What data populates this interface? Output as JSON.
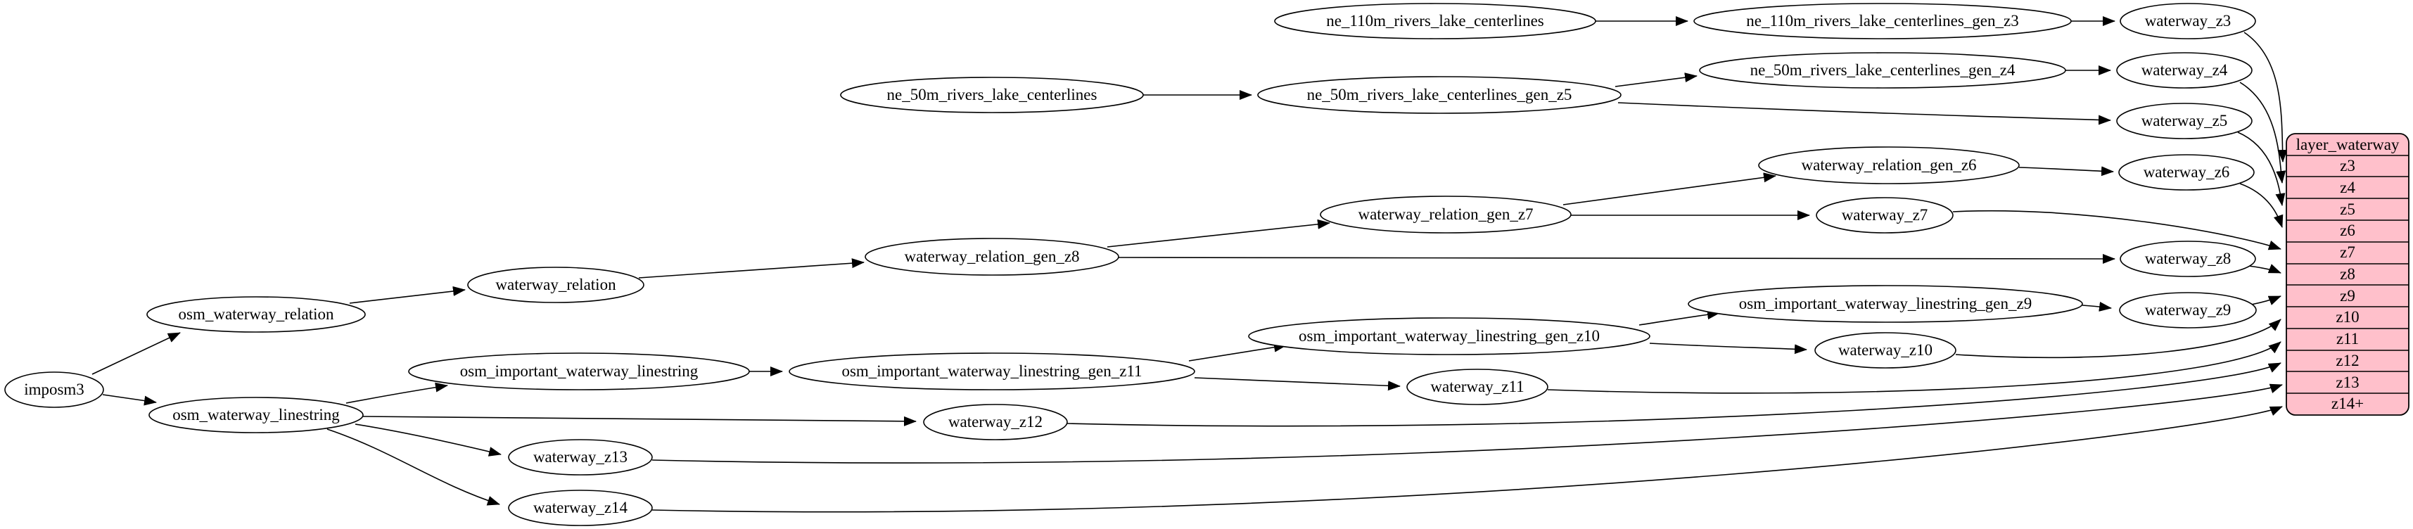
{
  "colors": {
    "background": "#ffffff",
    "node_fill": "#ffffff",
    "node_stroke": "#000000",
    "edge": "#000000",
    "table_fill": "#ffc0cb",
    "table_stroke": "#000000"
  },
  "nodes": {
    "imposm3": {
      "label": "imposm3"
    },
    "osm_waterway_relation": {
      "label": "osm_waterway_relation"
    },
    "osm_waterway_linestring": {
      "label": "osm_waterway_linestring"
    },
    "waterway_relation": {
      "label": "waterway_relation"
    },
    "waterway_relation_gen_z8": {
      "label": "waterway_relation_gen_z8"
    },
    "waterway_relation_gen_z7": {
      "label": "waterway_relation_gen_z7"
    },
    "waterway_relation_gen_z6": {
      "label": "waterway_relation_gen_z6"
    },
    "ne_110m_rivers_lake_centerlines": {
      "label": "ne_110m_rivers_lake_centerlines"
    },
    "ne_110m_rivers_lake_centerlines_gen_z3": {
      "label": "ne_110m_rivers_lake_centerlines_gen_z3"
    },
    "ne_50m_rivers_lake_centerlines": {
      "label": "ne_50m_rivers_lake_centerlines"
    },
    "ne_50m_rivers_lake_centerlines_gen_z5": {
      "label": "ne_50m_rivers_lake_centerlines_gen_z5"
    },
    "ne_50m_rivers_lake_centerlines_gen_z4": {
      "label": "ne_50m_rivers_lake_centerlines_gen_z4"
    },
    "osm_important_waterway_linestring": {
      "label": "osm_important_waterway_linestring"
    },
    "osm_important_waterway_linestring_gen_z11": {
      "label": "osm_important_waterway_linestring_gen_z11"
    },
    "osm_important_waterway_linestring_gen_z10": {
      "label": "osm_important_waterway_linestring_gen_z10"
    },
    "osm_important_waterway_linestring_gen_z9": {
      "label": "osm_important_waterway_linestring_gen_z9"
    },
    "waterway_z3": {
      "label": "waterway_z3"
    },
    "waterway_z4": {
      "label": "waterway_z4"
    },
    "waterway_z5": {
      "label": "waterway_z5"
    },
    "waterway_z6": {
      "label": "waterway_z6"
    },
    "waterway_z7": {
      "label": "waterway_z7"
    },
    "waterway_z8": {
      "label": "waterway_z8"
    },
    "waterway_z9": {
      "label": "waterway_z9"
    },
    "waterway_z10": {
      "label": "waterway_z10"
    },
    "waterway_z11": {
      "label": "waterway_z11"
    },
    "waterway_z12": {
      "label": "waterway_z12"
    },
    "waterway_z13": {
      "label": "waterway_z13"
    },
    "waterway_z14": {
      "label": "waterway_z14"
    }
  },
  "table": {
    "title": "layer_waterway",
    "rows": [
      "z3",
      "z4",
      "z5",
      "z6",
      "z7",
      "z8",
      "z9",
      "z10",
      "z11",
      "z12",
      "z13",
      "z14+"
    ]
  },
  "edges": [
    {
      "from": "imposm3",
      "to": "osm_waterway_relation"
    },
    {
      "from": "imposm3",
      "to": "osm_waterway_linestring"
    },
    {
      "from": "osm_waterway_relation",
      "to": "waterway_relation"
    },
    {
      "from": "waterway_relation",
      "to": "waterway_relation_gen_z8"
    },
    {
      "from": "waterway_relation_gen_z8",
      "to": "waterway_relation_gen_z7"
    },
    {
      "from": "waterway_relation_gen_z7",
      "to": "waterway_relation_gen_z6"
    },
    {
      "from": "waterway_relation_gen_z6",
      "to": "waterway_z6"
    },
    {
      "from": "waterway_relation_gen_z7",
      "to": "waterway_z7"
    },
    {
      "from": "waterway_relation_gen_z8",
      "to": "waterway_z8"
    },
    {
      "from": "ne_110m_rivers_lake_centerlines",
      "to": "ne_110m_rivers_lake_centerlines_gen_z3"
    },
    {
      "from": "ne_110m_rivers_lake_centerlines_gen_z3",
      "to": "waterway_z3"
    },
    {
      "from": "ne_50m_rivers_lake_centerlines",
      "to": "ne_50m_rivers_lake_centerlines_gen_z5"
    },
    {
      "from": "ne_50m_rivers_lake_centerlines_gen_z5",
      "to": "ne_50m_rivers_lake_centerlines_gen_z4"
    },
    {
      "from": "ne_50m_rivers_lake_centerlines_gen_z4",
      "to": "waterway_z4"
    },
    {
      "from": "ne_50m_rivers_lake_centerlines_gen_z5",
      "to": "waterway_z5"
    },
    {
      "from": "osm_waterway_linestring",
      "to": "osm_important_waterway_linestring"
    },
    {
      "from": "osm_waterway_linestring",
      "to": "waterway_z12"
    },
    {
      "from": "osm_waterway_linestring",
      "to": "waterway_z13"
    },
    {
      "from": "osm_waterway_linestring",
      "to": "waterway_z14"
    },
    {
      "from": "osm_important_waterway_linestring",
      "to": "osm_important_waterway_linestring_gen_z11"
    },
    {
      "from": "osm_important_waterway_linestring_gen_z11",
      "to": "osm_important_waterway_linestring_gen_z10"
    },
    {
      "from": "osm_important_waterway_linestring_gen_z10",
      "to": "osm_important_waterway_linestring_gen_z9"
    },
    {
      "from": "osm_important_waterway_linestring_gen_z9",
      "to": "waterway_z9"
    },
    {
      "from": "osm_important_waterway_linestring_gen_z10",
      "to": "waterway_z10"
    },
    {
      "from": "osm_important_waterway_linestring_gen_z11",
      "to": "waterway_z11"
    },
    {
      "from": "waterway_z3",
      "to": "layer_waterway.z3"
    },
    {
      "from": "waterway_z4",
      "to": "layer_waterway.z4"
    },
    {
      "from": "waterway_z5",
      "to": "layer_waterway.z5"
    },
    {
      "from": "waterway_z6",
      "to": "layer_waterway.z6"
    },
    {
      "from": "waterway_z7",
      "to": "layer_waterway.z7"
    },
    {
      "from": "waterway_z8",
      "to": "layer_waterway.z8"
    },
    {
      "from": "waterway_z9",
      "to": "layer_waterway.z9"
    },
    {
      "from": "waterway_z10",
      "to": "layer_waterway.z10"
    },
    {
      "from": "waterway_z11",
      "to": "layer_waterway.z11"
    },
    {
      "from": "waterway_z12",
      "to": "layer_waterway.z12"
    },
    {
      "from": "waterway_z13",
      "to": "layer_waterway.z13"
    },
    {
      "from": "waterway_z14",
      "to": "layer_waterway.z14+"
    }
  ]
}
